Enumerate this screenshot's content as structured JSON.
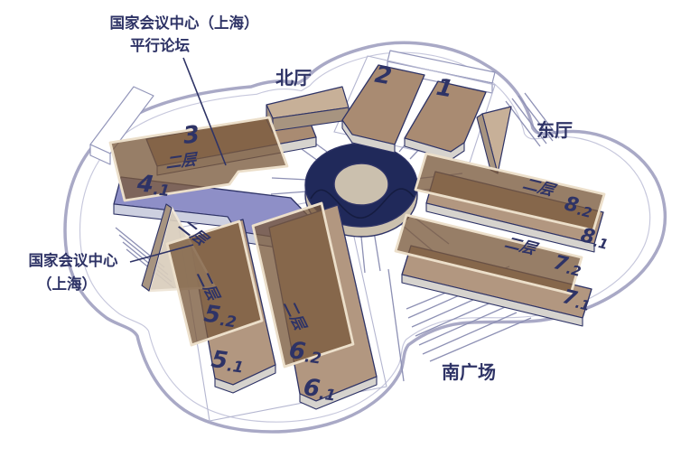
{
  "annotations": {
    "forum_line1": "国家会议中心（上海）",
    "forum_line2": "平行论坛",
    "venue_line1": "国家会议中心",
    "venue_line2": "（上海）"
  },
  "area_labels": {
    "north_hall": "北厅",
    "east_hall": "东厅",
    "south_plaza": "南广场"
  },
  "floor_label": "二层",
  "halls": {
    "h1": {
      "main": "1",
      "sub": ""
    },
    "h2": {
      "main": "2",
      "sub": ""
    },
    "h3": {
      "main": "3",
      "sub": ""
    },
    "h4_1": {
      "main": "4",
      "sub": ".1"
    },
    "h5_1": {
      "main": "5",
      "sub": ".1"
    },
    "h5_2": {
      "main": "5",
      "sub": ".2"
    },
    "h6_1": {
      "main": "6",
      "sub": ".1"
    },
    "h6_2": {
      "main": "6",
      "sub": ".2"
    },
    "h7_1": {
      "main": "7",
      "sub": ".1"
    },
    "h7_2": {
      "main": "7",
      "sub": ".2"
    },
    "h8_1": {
      "main": "8",
      "sub": ".1"
    },
    "h8_2": {
      "main": "8",
      "sub": ".2"
    }
  },
  "colors": {
    "text_navy": "#2e3366",
    "building_outline": "#a9a9c6",
    "hall_brown": "#a98b72",
    "hall_brown_light": "#b29780",
    "overlay_brown": "#7a5a3c",
    "overlay_border": "#ecdfca",
    "hall_purple": "#8e8fc7",
    "wedge_tan": "#c7b098",
    "ring_navy": "#20295a",
    "ring_base": "#cbc0ae"
  }
}
